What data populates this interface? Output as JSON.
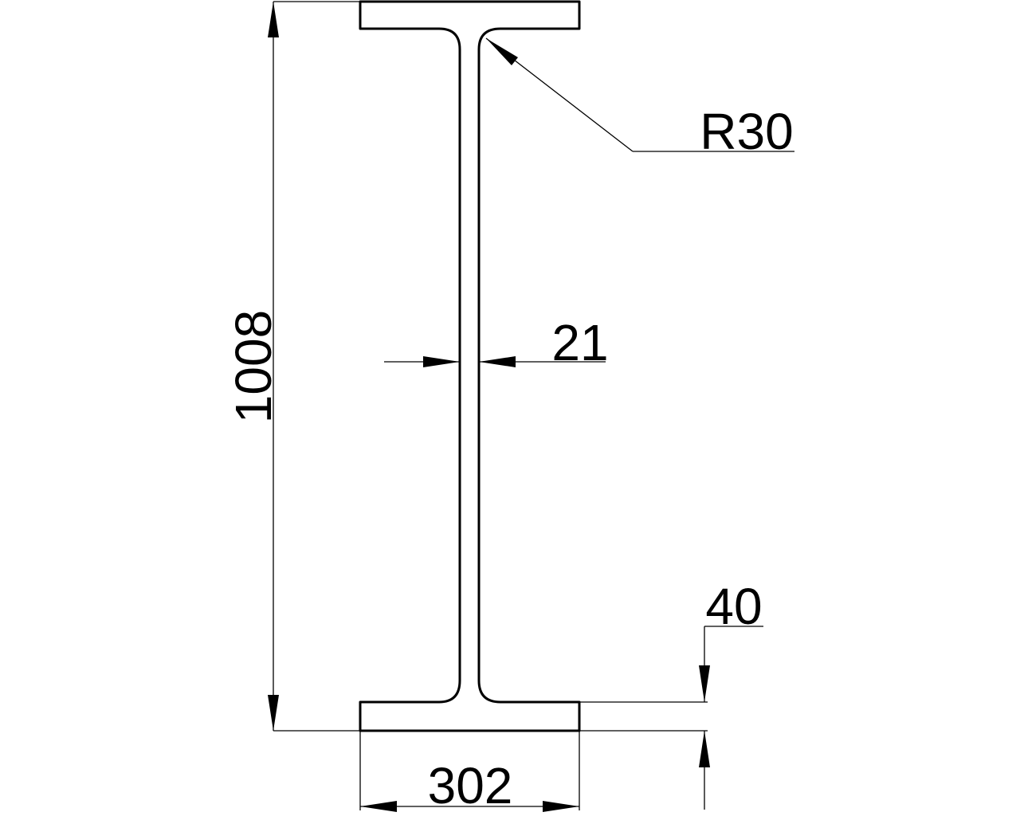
{
  "drawing": {
    "subject": "I-beam cross section",
    "colors": {
      "line": "#000000",
      "background": "#ffffff"
    },
    "dimensions": {
      "height": "1008",
      "flange_width": "302",
      "web_thickness": "21",
      "flange_thickness": "40",
      "root_radius": "R30"
    }
  }
}
